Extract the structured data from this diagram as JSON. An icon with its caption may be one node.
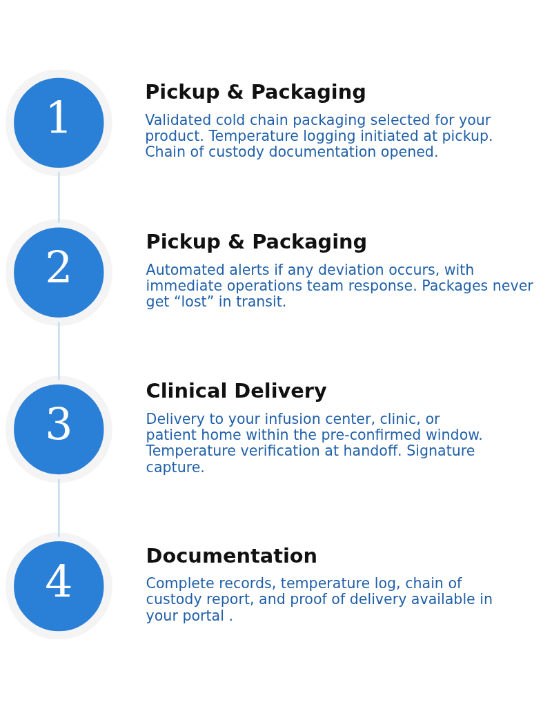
{
  "diagram": {
    "nodes": [
      {
        "text": [
          "1"
        ],
        "beside": [
          "Pickup & Packaging",
          "Validated cold chain packaging selected for your product. Temperature logging initiated at pickup. Chain of custody documentation opened."
        ]
      },
      {
        "text": [
          "2"
        ],
        "beside": [
          "Pickup & Packaging",
          "Automated alerts if any deviation occurs, with immediate operations team response. Packages never get “lost” in transit."
        ]
      },
      {
        "text": [
          "3"
        ],
        "beside": [
          "Clinical Delivery",
          "Delivery to your infusion center, clinic, or patient home within the pre-confirmed window. Temperature verification at handoff. Signature capture."
        ]
      },
      {
        "text": [
          "4"
        ],
        "beside": [
          "Documentation",
          "Complete records, temperature log, chain of custody report, and proof of delivery available in your portal ."
        ]
      }
    ],
    "edges": [
      {
        "from": 0,
        "to": 1,
        "arrow": "none"
      },
      {
        "from": 1,
        "to": 2,
        "arrow": "none"
      },
      {
        "from": 2,
        "to": 3,
        "arrow": "none"
      }
    ]
  }
}
